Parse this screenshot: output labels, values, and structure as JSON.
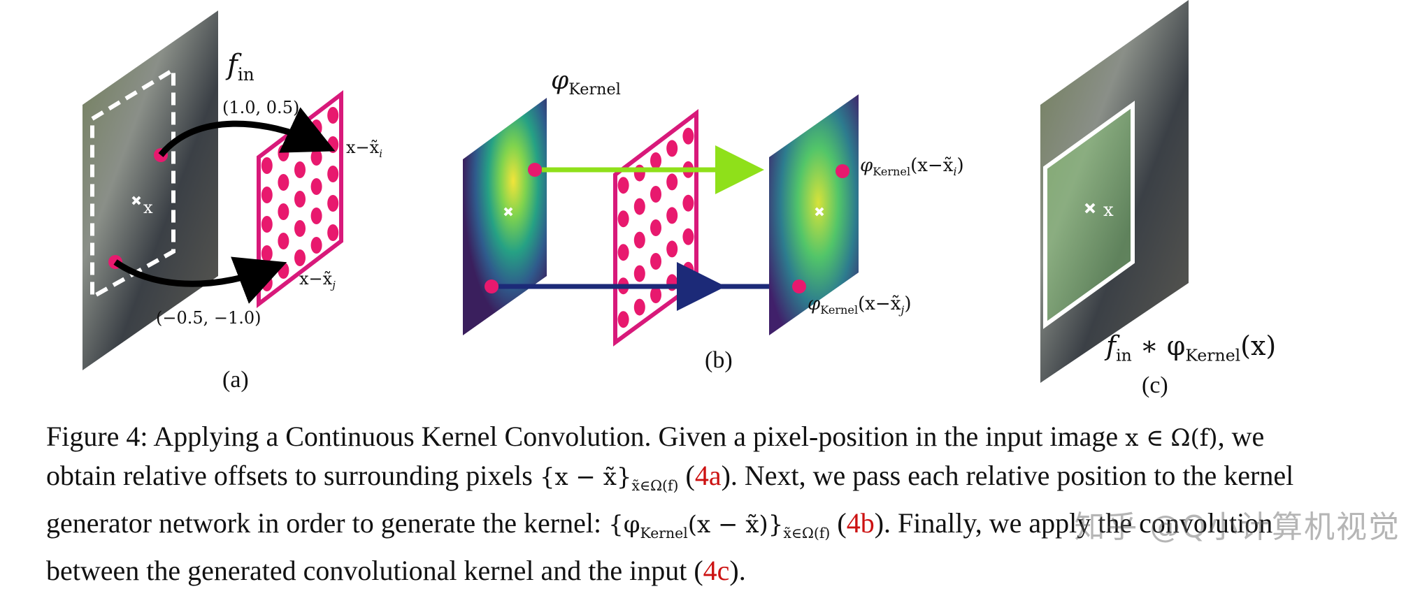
{
  "panels": {
    "a": {
      "label": "(a)",
      "f_in": "f",
      "f_in_sub": "in",
      "x_label": "x",
      "coord_top": "(1.0, 0.5)",
      "coord_bottom": "(−0.5, −1.0)",
      "offset_i": "x−x̃",
      "offset_i_sub": "i",
      "offset_j": "x−x̃",
      "offset_j_sub": "j"
    },
    "b": {
      "label": "(b)",
      "phi": "φ",
      "phi_sub": "Kernel",
      "out_i": "φ",
      "out_i_sub": "Kernel",
      "out_i_arg": "(x−x̃",
      "out_i_arg_sub": "i",
      "out_j": "φ",
      "out_j_sub": "Kernel",
      "out_j_arg": "(x−x̃",
      "out_j_arg_sub": "j"
    },
    "c": {
      "label": "(c)",
      "x_label": "x",
      "conv_f": "f",
      "conv_f_sub": "in",
      "conv_star": " ∗ φ",
      "conv_phi_sub": "Kernel",
      "conv_arg": "(x)"
    }
  },
  "caption": {
    "p1": "Figure 4: Applying a Continuous Kernel Convolution. Given a pixel-position in the input image ",
    "m1": "x ∈",
    "m2": "Ω(f)",
    "p2": ", we obtain relative offsets to surrounding pixels ",
    "m3": "{x − x̃}",
    "m3_sub": "x̃∈Ω(f)",
    "p3": " (",
    "ref_a": "4a",
    "p4": "). Next, we pass each relative position to the kernel generator network in order to generate the kernel: ",
    "m4": "{φ",
    "m4_sub": "Kernel",
    "m4b": "(x − x̃)}",
    "m4b_sub": "x̃∈Ω(f)",
    "p5": " (",
    "ref_b": "4b",
    "p6": "). Finally, we apply the convolution between the generated convolutional kernel and the input (",
    "ref_c": "4c",
    "p7": ")."
  },
  "watermark": "知乎 @Q小计算机视觉",
  "colors": {
    "dot": "#e8196e",
    "grid_border": "#d8197a",
    "arrow_green": "#8fe01a",
    "arrow_navy": "#1c2a78",
    "viridis_dark": "#3a1f5d",
    "viridis_yellow": "#f2e43a",
    "ref_red": "#cc1111"
  }
}
